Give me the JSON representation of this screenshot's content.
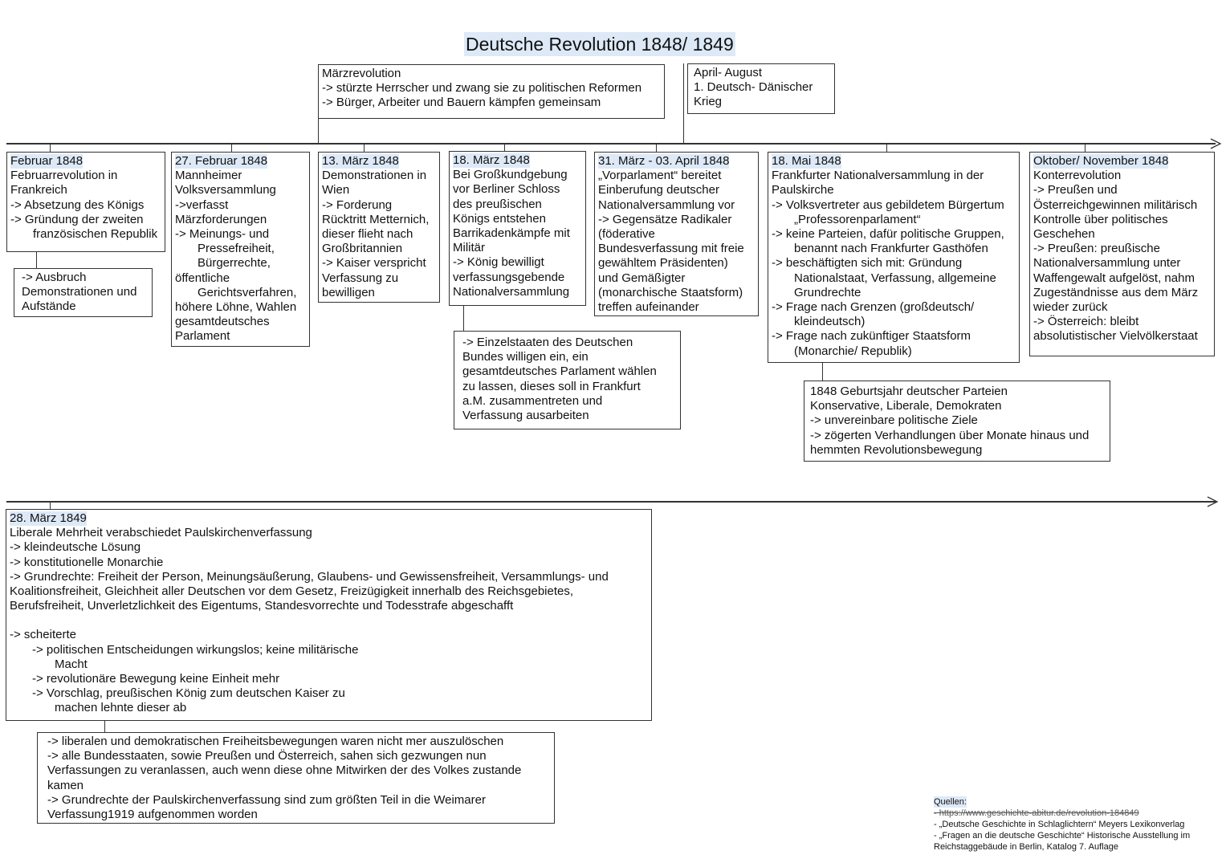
{
  "title": "Deutsche Revolution 1848/ 1849",
  "top_boxes": {
    "maerzrevolution": [
      "Märzrevolution",
      "-> stürzte Herrscher und zwang sie zu politischen Reformen",
      "-> Bürger, Arbeiter und Bauern kämpfen gemeinsam"
    ],
    "krieg": [
      "April- August",
      "1. Deutsch- Dänischer",
      "Krieg"
    ]
  },
  "timeline1": [
    {
      "head": "Februar 1848",
      "lines": [
        "Februarrevolution in",
        "Frankreich",
        "-> Absetzung des Königs",
        "-> Gründung der zweiten",
        "~französischen Republik"
      ]
    },
    {
      "head": "27. Februar 1848",
      "lines": [
        "Mannheimer",
        "Volksversammlung",
        "->verfasst",
        "Märzforderungen",
        "-> Meinungs- und",
        "~Pressefreiheit,",
        "~Bürgerrechte,",
        "öffentliche",
        "~Gerichtsverfahren,",
        "höhere Löhne, Wahlen",
        "gesamtdeutsches",
        "Parlament"
      ]
    },
    {
      "head": "13. März 1848",
      "lines": [
        "Demonstrationen in",
        "Wien",
        "-> Forderung",
        "Rücktritt Metternich,",
        "dieser flieht nach",
        "Großbritannien",
        "-> Kaiser verspricht",
        "Verfassung zu",
        "bewilligen"
      ]
    },
    {
      "head": "18. März 1848",
      "lines": [
        "Bei Großkundgebung",
        "vor Berliner Schloss",
        "des preußischen",
        "Königs entstehen",
        "Barrikadenkämpfe mit",
        "Militär",
        "-> König bewilligt",
        "verfassungsgebende",
        "Nationalversammlung"
      ]
    },
    {
      "head": "31. März - 03. April 1848",
      "lines": [
        "„Vorparlament“ bereitet",
        "Einberufung deutscher",
        "Nationalversammlung vor",
        "-> Gegensätze Radikaler",
        "(föderative",
        "Bundesverfassung mit freie",
        "gewähltem Präsidenten)",
        "und Gemäßigter",
        "(monarchische Staatsform)",
        "treffen aufeinander"
      ]
    },
    {
      "head": "18. Mai 1848",
      "lines": [
        "Frankfurter Nationalversammlung in der",
        "Paulskirche",
        "-> Volksvertreter aus gebildetem Bürgertum",
        "~„Professorenparlament“",
        "-> keine Parteien, dafür politische Gruppen,",
        "~benannt nach Frankfurter Gasthöfen",
        "-> beschäftigten sich mit: Gründung",
        "~Nationalstaat, Verfassung, allgemeine",
        "~Grundrechte",
        "-> Frage nach Grenzen (großdeutsch/",
        "~kleindeutsch)",
        "-> Frage nach zukünftiger Staatsform",
        "~(Monarchie/ Republik)"
      ]
    },
    {
      "head": "Oktober/ November 1848",
      "lines": [
        "Konterrevolution",
        "-> Preußen und",
        "Österreichgewinnen militärisch",
        "Kontrolle über politisches",
        "Geschehen",
        "-> Preußen: preußische",
        "Nationalversammlung unter",
        "Waffengewalt aufgelöst, nahm",
        "Zugeständnisse aus dem März",
        "wieder zurück",
        "-> Österreich: bleibt",
        "absolutistischer Vielvölkerstaat"
      ]
    }
  ],
  "sub_boxes": {
    "ausbruch": [
      "-> Ausbruch",
      "Demonstrationen und",
      "Aufstände"
    ],
    "einzelstaaten": [
      "-> Einzelstaaten des Deutschen",
      "Bundes willigen ein, ein",
      "gesamtdeutsches Parlament wählen",
      "zu lassen, dieses soll in Frankfurt",
      "a.M. zusammentreten und",
      "Verfassung ausarbeiten"
    ],
    "parteien": [
      "1848 Geburtsjahr deutscher Parteien",
      "Konservative, Liberale, Demokraten",
      "-> unvereinbare politische Ziele",
      "-> zögerten Verhandlungen über Monate hinaus und",
      "hemmten Revolutionsbewegung"
    ]
  },
  "timeline2": {
    "head": "28. März 1849",
    "lines": [
      "Liberale Mehrheit verabschiedet Paulskirchenverfassung",
      "-> kleindeutsche Lösung",
      "-> konstitutionelle Monarchie",
      "-> Grundrechte: Freiheit der Person, Meinungsäußerung, Glaubens- und Gewissensfreiheit, Versammlungs- und",
      "Koalitionsfreiheit, Gleichheit aller Deutschen vor dem Gesetz, Freizügigkeit innerhalb des Reichsgebietes,",
      "Berufsfreiheit, Unverletzlichkeit des Eigentums, Standesvorrechte und Todesstrafe abgeschafft",
      "",
      "-> scheiterte",
      "~-> politischen Entscheidungen wirkungslos; keine militärische",
      "~~Macht",
      "~-> revolutionäre Bewegung keine Einheit mehr",
      "~-> Vorschlag, preußischen König zum deutschen Kaiser zu",
      "~~machen lehnte dieser ab"
    ],
    "sub": [
      "-> liberalen und demokratischen Freiheitsbewegungen waren nicht mer auszulöschen",
      "-> alle Bundesstaaten, sowie Preußen und Österreich, sahen sich gezwungen nun",
      "Verfassungen zu veranlassen, auch wenn diese ohne Mitwirken der des Volkes zustande",
      "kamen",
      "-> Grundrechte der Paulskirchenverfassung sind zum größten Teil in die Weimarer",
      "Verfassung1919 aufgenommen worden"
    ]
  },
  "sources": {
    "heading": "Quellen:",
    "items": [
      "- https://www.geschichte-abitur.de/revolution-184849",
      "- „Deutsche Geschichte in Schlaglichtern“ Meyers Lexikonverlag",
      "- „Fragen an die deutsche Geschichte“ Historische Ausstellung im",
      "Reichstaggebäude in Berlin, Katalog 7. Auflage"
    ]
  }
}
